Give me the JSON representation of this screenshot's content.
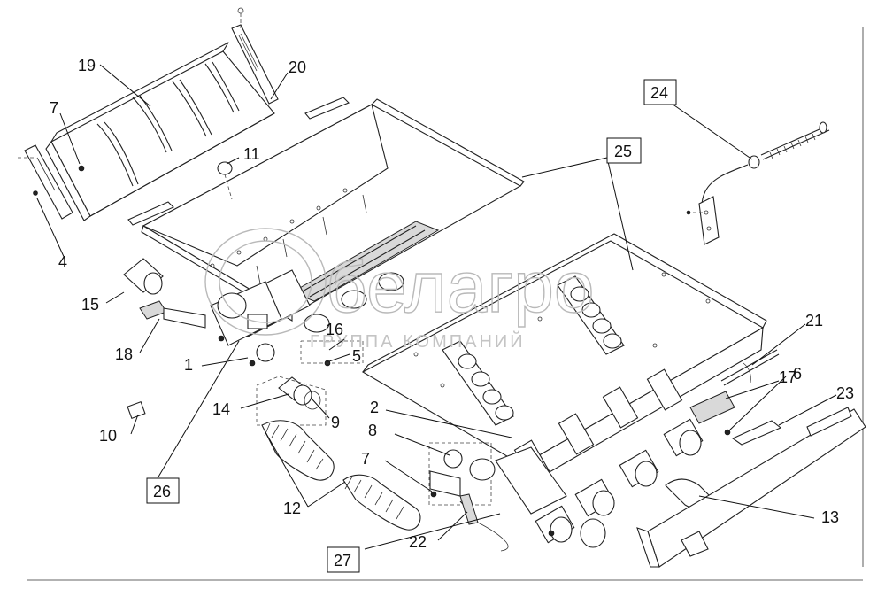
{
  "watermark": {
    "brand": "белагро",
    "subtitle": "ГРУППА КОМПАНИЙ"
  },
  "callouts": [
    {
      "id": "c1",
      "label": "1"
    },
    {
      "id": "c2",
      "label": "2"
    },
    {
      "id": "c4",
      "label": "4"
    },
    {
      "id": "c5",
      "label": "5"
    },
    {
      "id": "c6",
      "label": "6"
    },
    {
      "id": "c7a",
      "label": "7"
    },
    {
      "id": "c7b",
      "label": "7"
    },
    {
      "id": "c8",
      "label": "8"
    },
    {
      "id": "c9",
      "label": "9"
    },
    {
      "id": "c10",
      "label": "10"
    },
    {
      "id": "c11",
      "label": "11"
    },
    {
      "id": "c12",
      "label": "12"
    },
    {
      "id": "c13",
      "label": "13"
    },
    {
      "id": "c14",
      "label": "14"
    },
    {
      "id": "c15",
      "label": "15"
    },
    {
      "id": "c16",
      "label": "16"
    },
    {
      "id": "c17",
      "label": "17"
    },
    {
      "id": "c18",
      "label": "18"
    },
    {
      "id": "c19",
      "label": "19"
    },
    {
      "id": "c20",
      "label": "20"
    },
    {
      "id": "c21",
      "label": "21"
    },
    {
      "id": "c22",
      "label": "22"
    },
    {
      "id": "c23",
      "label": "23"
    }
  ],
  "boxed_callouts": [
    {
      "id": "b24",
      "label": "24"
    },
    {
      "id": "b25",
      "label": "25"
    },
    {
      "id": "b26",
      "label": "26"
    },
    {
      "id": "b27",
      "label": "27"
    }
  ]
}
